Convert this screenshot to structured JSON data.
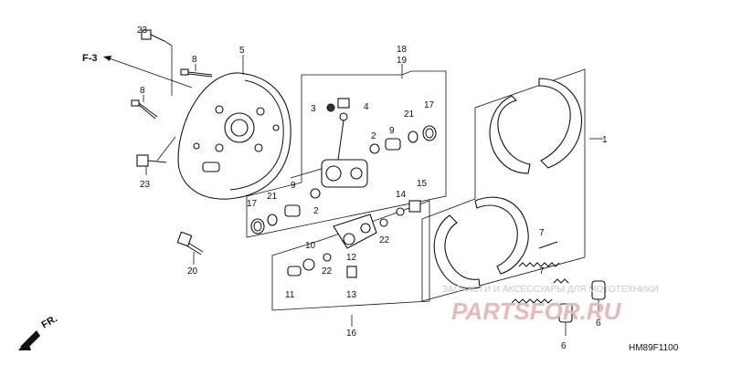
{
  "diagram": {
    "code": "HM89F1100",
    "front_label": "FR.",
    "ref_label": "F-3",
    "callouts": {
      "c1": "1",
      "c2a": "2",
      "c2b": "2",
      "c3": "3",
      "c4": "4",
      "c5": "5",
      "c6a": "6",
      "c6b": "6",
      "c7a": "7",
      "c7b": "7",
      "c8a": "8",
      "c8b": "8",
      "c9a": "9",
      "c9b": "9",
      "c10": "10",
      "c11": "11",
      "c12": "12",
      "c13": "13",
      "c14": "14",
      "c15": "15",
      "c16": "16",
      "c17a": "17",
      "c17b": "17",
      "c18": "18",
      "c19": "19",
      "c20": "20",
      "c21a": "21",
      "c21b": "21",
      "c22a": "22",
      "c22b": "22",
      "c23a": "23",
      "c23b": "23"
    }
  },
  "watermark": {
    "text": "ЗАПЧАСТИ И АКСЕССУАРЫ ДЛЯ МОТОТЕХНИКИ",
    "logo": "PARTSFOR.RU"
  },
  "colors": {
    "line": "#111111",
    "watermark_text": "#c9c9c9",
    "watermark_logo": "#e8b9b9"
  }
}
